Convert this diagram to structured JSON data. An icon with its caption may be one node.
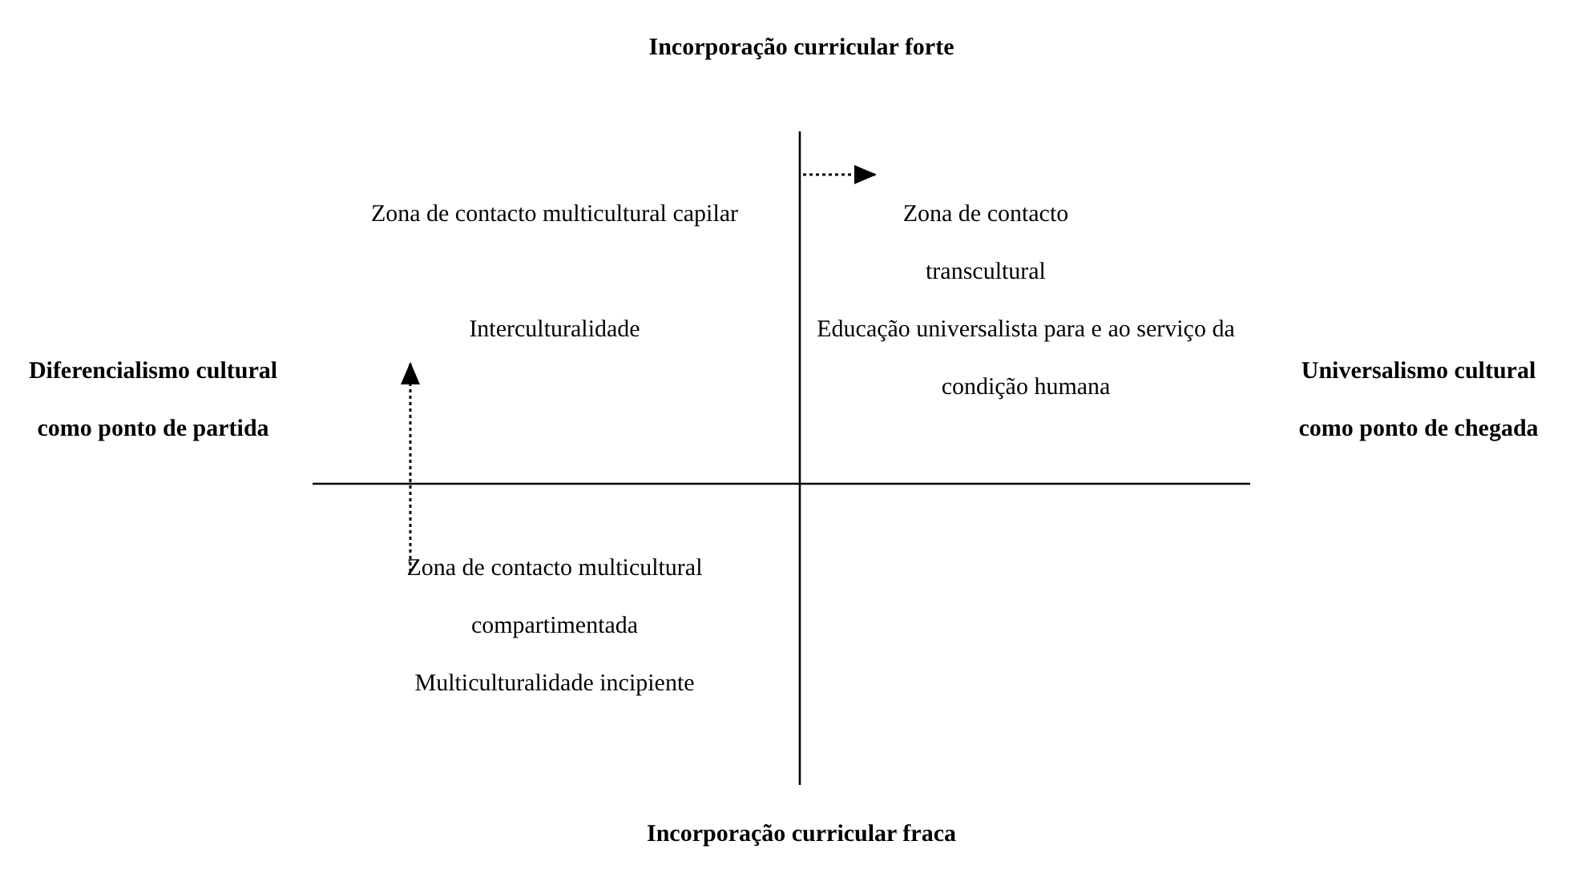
{
  "diagram": {
    "labels": [
      "Incorporação curricular forte",
      "Zona de contacto multicultural capilar",
      "Interculturalidade",
      "Zona de contacto transcultural",
      "Educação universalista para e ao serviço da condição humana",
      "Diferencialismo cultural como ponto de partida",
      "Universalismo cultural como ponto de chegada",
      "Zona de contacto multicultural compartimentada",
      "Multiculturalidade incipiente",
      "Incorporação curricular fraca"
    ]
  }
}
